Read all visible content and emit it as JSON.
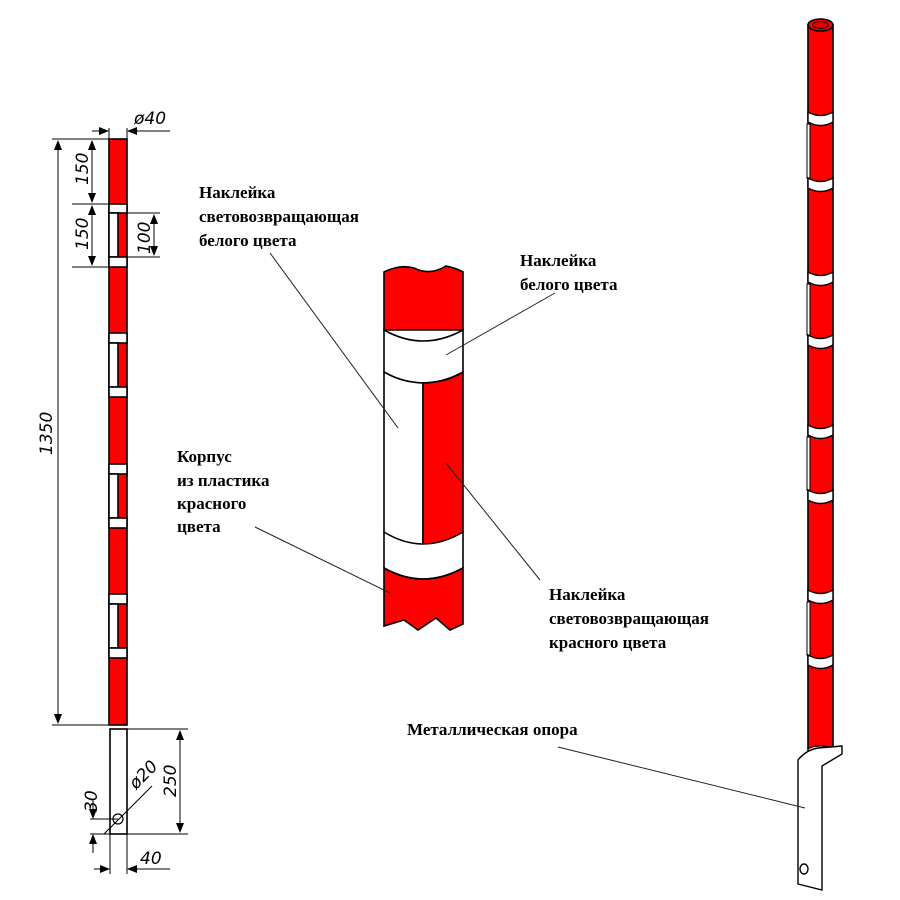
{
  "colors": {
    "red": "#ff0000",
    "white": "#ffffff",
    "outline": "#000000"
  },
  "left_drawing": {
    "dimensions": {
      "diameter_top": "ø40",
      "top_segment": "150",
      "sticker_segment": "150",
      "sticker_height": "100",
      "total_length": "1350",
      "support_length": "250",
      "hole_diameter": "ø20",
      "hole_offset": "30",
      "support_width": "40"
    }
  },
  "center_detail": {
    "labels": {
      "white_reflective_sticker": [
        "Наклейка",
        "световозвращающая",
        "белого цвета"
      ],
      "white_sticker": [
        "Наклейка",
        "белого цвета"
      ],
      "body": [
        "Корпус",
        "из пластика",
        "красного",
        "цвета"
      ],
      "red_reflective_sticker": [
        "Наклейка",
        "световозвращающая",
        "красного цвета"
      ]
    }
  },
  "right_drawing": {
    "labels": {
      "metal_support": "Металлическая опора"
    }
  }
}
